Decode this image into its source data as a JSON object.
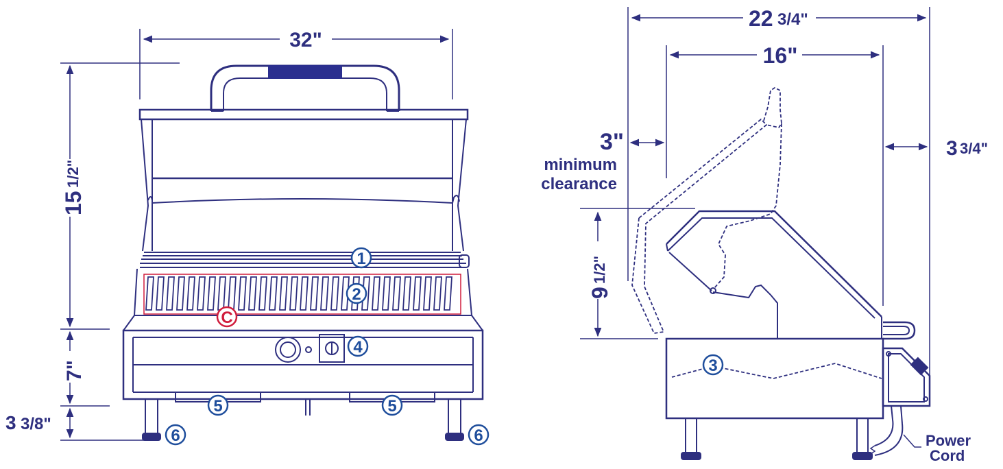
{
  "colors": {
    "line": "#2e2f7f",
    "callout_blue": "#1f4e9c",
    "callout_red": "#d01c3c",
    "handle_grip": "#2b2f8f",
    "background": "#ffffff"
  },
  "front_view": {
    "width_dim": "32\"",
    "height_dim_main": "15",
    "height_dim_frac": "1/2\"",
    "body_height_dim": "7\"",
    "leg_height_dim_whole": "3",
    "leg_height_dim_frac": "3/8\""
  },
  "side_view": {
    "overall_depth_dim_whole": "22",
    "overall_depth_dim_frac": "3/4\"",
    "body_depth_dim": "16\"",
    "left_clearance_dim": "3\"",
    "left_clearance_label_1": "minimum",
    "left_clearance_label_2": "clearance",
    "right_clearance_dim_whole": "3",
    "right_clearance_dim_frac": "3/4\"",
    "lid_height_dim_main": "9",
    "lid_height_dim_frac": "1/2\"",
    "power_cord_label_1": "Power",
    "power_cord_label_2": "Cord"
  },
  "callouts": {
    "warming_rack": "1",
    "cooking_grid": "2",
    "grease_tray": "3",
    "control_knob": "4",
    "side_shelf": "5",
    "foot": "6",
    "heating_element": "C"
  }
}
